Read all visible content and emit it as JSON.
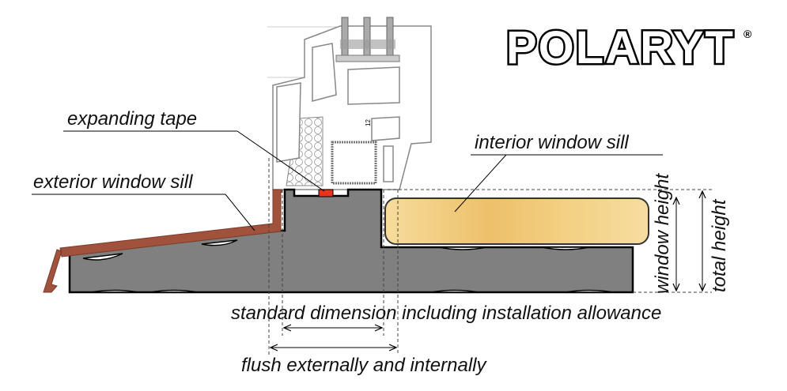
{
  "logo": {
    "text": "POLARYT",
    "registered": "®"
  },
  "labels": {
    "expanding_tape": "expanding tape",
    "exterior_sill": "exterior window sill",
    "interior_sill": "interior window sill",
    "window_height": "window height",
    "total_height": "total height",
    "standard_dimension": "standard dimension including installation allowance",
    "flush": "flush externally and internally",
    "profile_dim": "12"
  },
  "colors": {
    "exterior_sill": "#a0523d",
    "base_profile": "#808080",
    "tape": "#e8341c",
    "interior_sill": "#f0c878"
  }
}
